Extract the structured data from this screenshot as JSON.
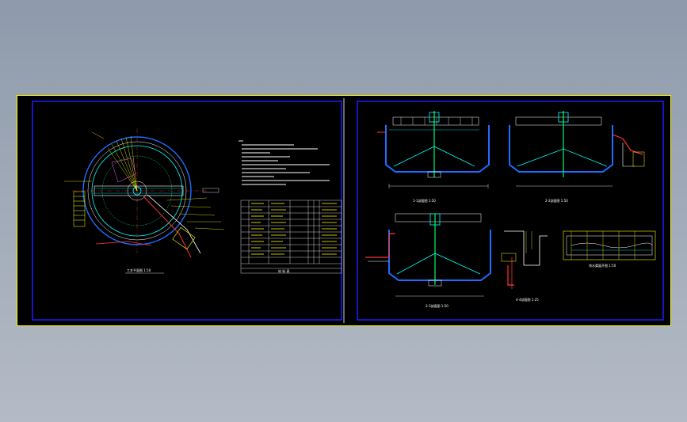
{
  "drawing": {
    "colors": {
      "background": "#000000",
      "frame": "#1d1dff",
      "structure": "#ffffff",
      "accent": "#00ffff",
      "pipe": "#ff3333",
      "annotation": "#ffff00",
      "equipment": "#00ff66",
      "magenta": "#ff00ff"
    },
    "sheet_left": {
      "plan_title": "工艺平面图  1:50",
      "table_title": "材 料 表"
    },
    "sheet_right": {
      "section_1": "1-1剖面图  1:50",
      "section_2": "2-2剖面图  1:50",
      "section_3": "3-3剖面图  1:50",
      "section_4": "4-4剖面图  1:25",
      "detail": "排水渠展开图  1:50"
    }
  }
}
